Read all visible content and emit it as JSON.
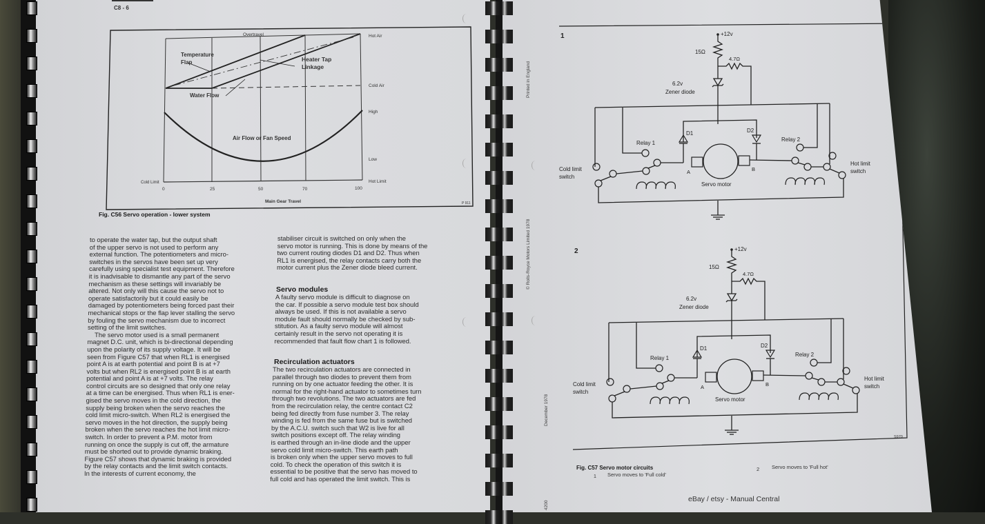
{
  "left_page": {
    "page_number": "C8 - 6",
    "figure_c56": {
      "caption": "Fig. C56 Servo operation - lower system",
      "ref_code": "P 911",
      "labels": {
        "overtravel": "Overtravel",
        "hot_air": "Hot Air",
        "cold_air": "Cold Air",
        "high": "High",
        "low": "Low",
        "hot_limit": "Hot Limit",
        "cold_limit": "Cold Limit",
        "temperature_flap_1": "Temperature",
        "temperature_flap_2": "Flap",
        "heater_tap_1": "Heater Tap",
        "heater_tap_2": "Linkage",
        "water_flow": "Water Flow",
        "air_flow": "Air Flow or Fan Speed",
        "x_axis_title": "Main Gear Travel"
      },
      "x_ticks": [
        "0",
        "25",
        "50",
        "70",
        "100"
      ]
    },
    "column1": [
      "to operate the water tap, but the output shaft",
      "of the upper servo is not used to perform any",
      "external function. The potentiometers and micro-",
      "switches in the servos have been set up very",
      "carefully using specialist test equipment. Therefore",
      "it is inadvisable to dismantle any part of the servo",
      "mechanism as these settings will invariably be",
      "altered. Not only will this cause the servo not to",
      "operate satisfactorily but it could easily be",
      "damaged by potentiometers being forced past their",
      "mechanical stops or the flap lever stalling the servo",
      "by fouling the servo mechanism due to incorrect",
      "setting of the limit switches.",
      "    The servo motor used is a small permanent",
      "magnet D.C. unit, which is bi-directional depending",
      "upon the polarity of its supply voltage. It will be",
      "seen from Figure C57 that when RL1 is energised",
      "point A is at earth potential and point B is at +7",
      "volts but when RL2 is energised point B is at earth",
      "potential and point A is at +7 volts. The relay",
      "control circuits are so designed that only one relay",
      "at a time can be energised. Thus when RL1 is ener-",
      "gised the servo moves in the cold direction, the",
      "supply being broken when the servo reaches the",
      "cold limit micro-switch. When RL2 is energised the",
      "servo moves in the hot direction, the supply being",
      "broken when the servo reaches the hot limit micro-",
      "switch. In order to prevent a P.M. motor from",
      "running on once the supply is cut off, the armature",
      "must be shorted out to provide dynamic braking.",
      "Figure C57 shows that dynamic braking is provided",
      "by the relay contacts and the limit switch contacts.",
      "In the interests of current economy, the"
    ],
    "column2_intro": [
      "stabiliser circuit is switched on only when the",
      "servo motor is running. This is done by means of the",
      "two current routing diodes D1 and D2. Thus when",
      "RL1 is energised, the relay contacts carry both the",
      "motor current plus the Zener diode bleed current."
    ],
    "servo_modules": {
      "heading": "Servo modules",
      "lines": [
        "A faulty servo module is difficult to diagnose on",
        "the car. If possible a servo module test box should",
        "always be used. If this is not available a servo",
        "module fault should normally be checked by sub-",
        "stitution. As a faulty servo module will almost",
        "certainly result in the servo not operating it is",
        "recommended that fault flow chart 1 is followed."
      ]
    },
    "recirculation": {
      "heading": "Recirculation actuators",
      "lines": [
        "The two recirculation actuators are connected in",
        "parallel through two diodes to prevent them from",
        "running on by one actuator feeding the other. It is",
        "normal for the right-hand actuator to sometimes turn",
        "through two revolutions. The two actuators are fed",
        "from the recirculation relay, the centre contact C2",
        "being fed directly from fuse number 3. The relay",
        "winding is fed from the same fuse but is switched",
        "by the A.C.U. switch such that W2 is live for all",
        "switch positions except off. The relay winding",
        "is earthed through an in-line diode and the upper",
        "servo cold limit micro-switch. This earth path",
        "is broken only when the upper servo moves to full",
        "cold. To check the operation of this switch it is",
        "essential to be positive that the servo has moved to",
        "full cold and has operated the limit switch. This is"
      ]
    }
  },
  "right_page": {
    "margin": {
      "printed": "Printed in England",
      "copyright": "© Rolls-Royce Motors Limited 1978",
      "date": "December 1978",
      "code": "4200"
    },
    "circuits": [
      {
        "number": "1",
        "supply": "+12v",
        "r1": "15Ω",
        "r2": "4.7Ω",
        "zener_v": "6.2v",
        "zener_label": "Zener diode",
        "d1": "D1",
        "d2": "D2",
        "relay1": "Relay 1",
        "relay2": "Relay 2",
        "point_a": "A",
        "point_b": "B",
        "motor": "Servo motor",
        "cold_limit_1": "Cold limit",
        "cold_limit_2": "switch",
        "hot_limit_1": "Hot limit",
        "hot_limit_2": "switch"
      },
      {
        "number": "2",
        "supply": "+12v",
        "r1": "15Ω",
        "r2": "4.7Ω",
        "zener_v": "6.2v",
        "zener_label": "Zener diode",
        "d1": "D1",
        "d2": "D2",
        "relay1": "Relay 1",
        "relay2": "Relay 2",
        "point_a": "A",
        "point_b": "B",
        "motor": "Servo motor",
        "cold_limit_1": "Cold limit",
        "cold_limit_2": "switch",
        "hot_limit_1": "Hot limit",
        "hot_limit_2": "switch"
      }
    ],
    "ref_code": "S970",
    "caption": "Fig. C57 Servo motor circuits",
    "sub1_num": "1",
    "sub1": "Servo moves to 'Full cold'",
    "sub2_num": "2",
    "sub2": "Servo moves to 'Full hot'",
    "watermark": "eBay / etsy - Manual Central"
  }
}
